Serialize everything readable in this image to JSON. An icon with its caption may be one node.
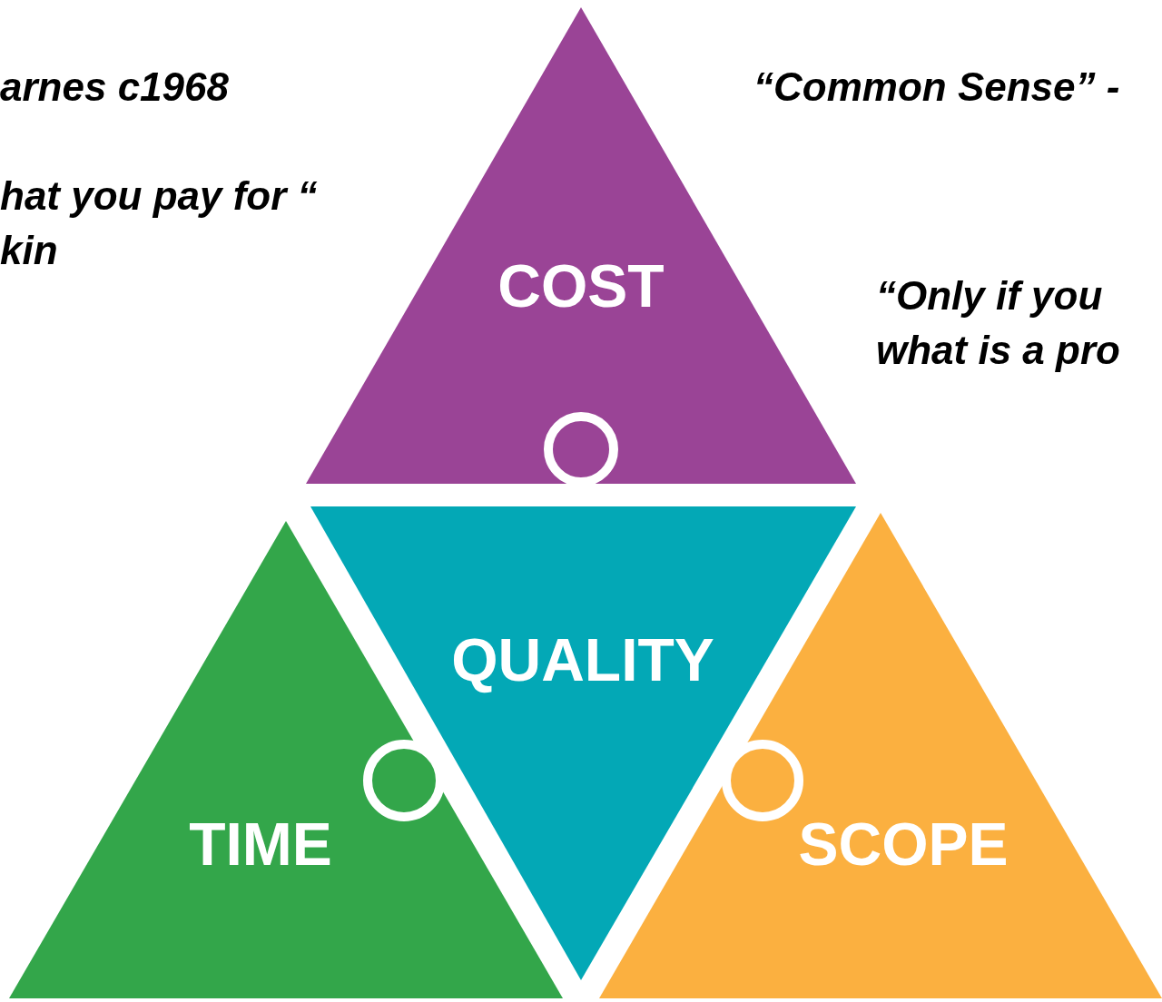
{
  "diagram": {
    "nodes": [
      {
        "text": [
          "COST"
        ]
      },
      {
        "text": [
          "QUALITY"
        ]
      },
      {
        "text": [
          "TIME"
        ]
      },
      {
        "text": [
          "SCOPE"
        ]
      }
    ],
    "labels": [
      "arnes c1968",
      "hat you pay for “ kin",
      "“Common Sense” -",
      "“Only if you what is a pro"
    ]
  }
}
